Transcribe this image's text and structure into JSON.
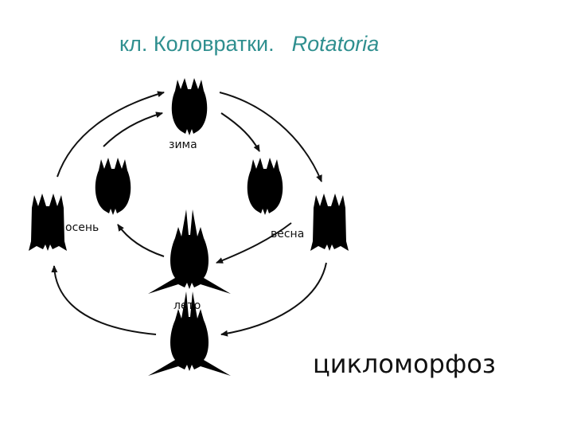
{
  "header": {
    "title_ru": "кл. Коловратки.",
    "title_latin": "Rotatoria"
  },
  "diagram": {
    "labels": {
      "winter": "зима",
      "spring": "весна",
      "summer": "лето",
      "autumn": "осень"
    }
  },
  "caption": "цикломорфоз"
}
